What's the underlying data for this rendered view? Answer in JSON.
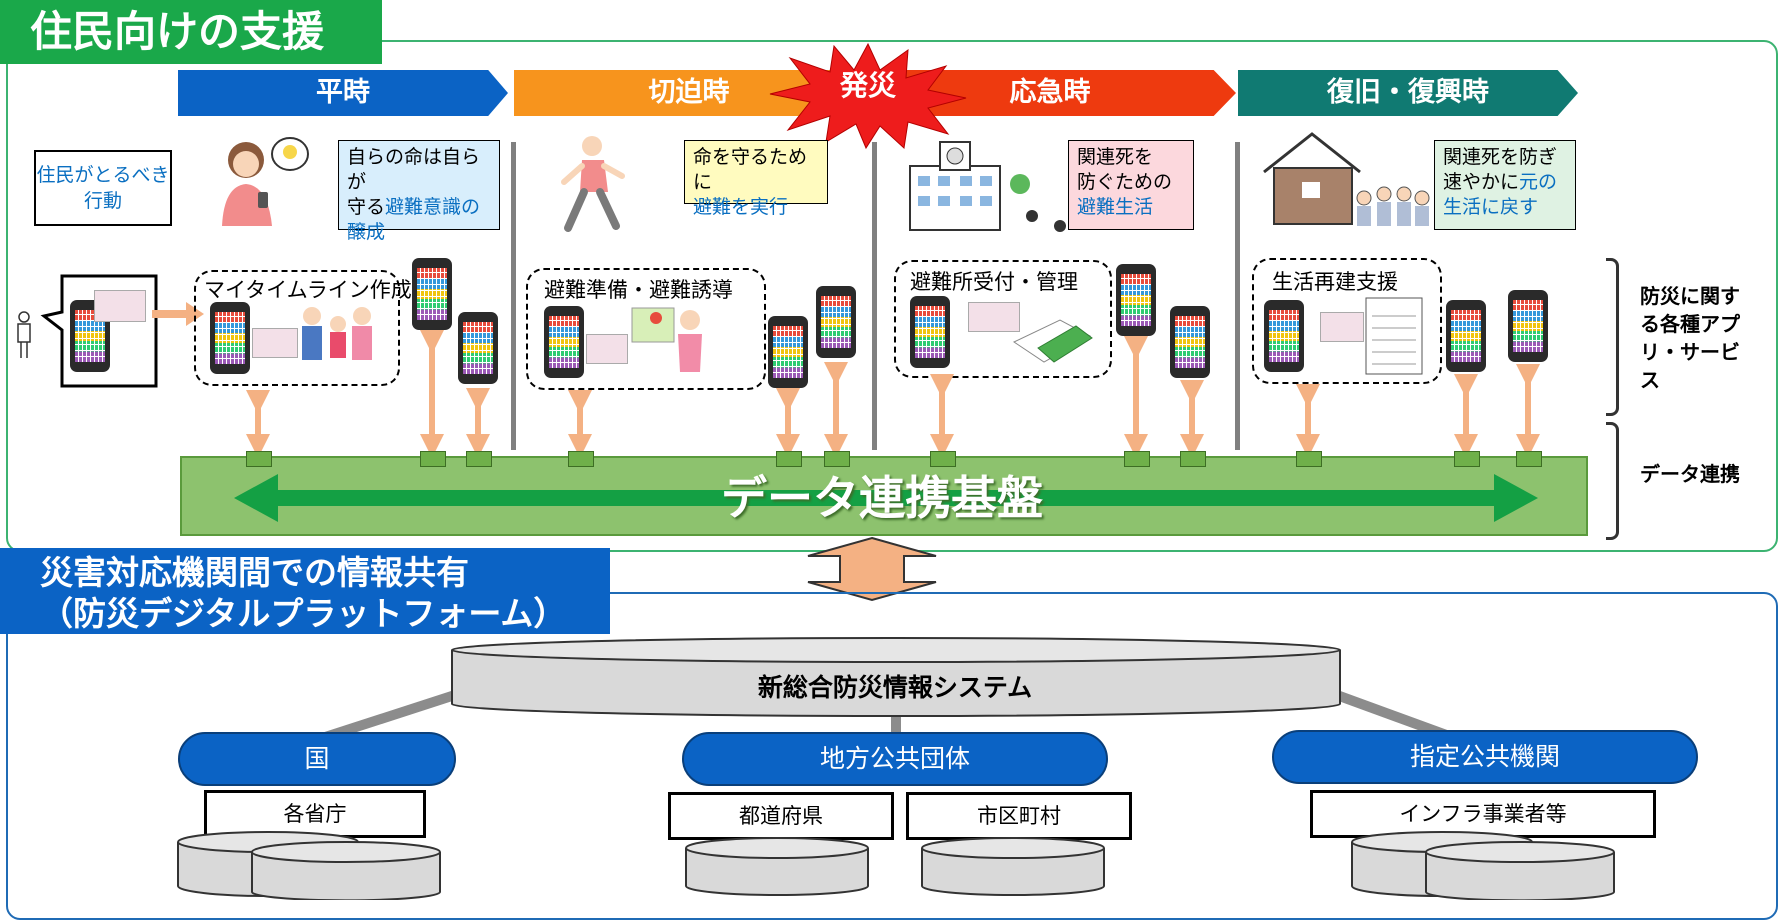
{
  "residents_section": {
    "title": "住民向けの支援",
    "phases": [
      "平時",
      "切迫時",
      "応急時",
      "復旧・復興時"
    ],
    "disaster_burst": "発災",
    "action_label": "住民がとるべき行動",
    "notes": [
      {
        "line1": "自らの命は自らが",
        "line2a": "守る",
        "line2b": "避難意識の",
        "line3": "醸成"
      },
      {
        "line1": "命を守るために",
        "line2": "避難を実行"
      },
      {
        "line1": "関連死を",
        "line2": "防ぐための",
        "line3": "避難生活"
      },
      {
        "line1": "関連死を防ぎ",
        "line2a": "速やかに",
        "line2b": "元の",
        "line3": "生活に戻す"
      }
    ],
    "services": [
      "マイタイムライン作成",
      "避難準備・避難誘導",
      "避難所受付・管理",
      "生活再建支援"
    ],
    "side_labels": {
      "apps": "防災に関する各種アプリ・サービス",
      "data": "データ連携"
    },
    "platform": "データ連携基盤"
  },
  "agencies_section": {
    "title_line1": "災害対応機関間での情報共有",
    "title_line2": "（防災デジタルプラットフォーム）",
    "system": "新総合防災情報システム",
    "orgs": [
      "国",
      "地方公共団体",
      "指定公共機関"
    ],
    "sub_boxes": [
      "各省庁",
      "都道府県",
      "市区町村",
      "インフラ事業者等"
    ]
  },
  "colors": {
    "green_title": "#1aa84a",
    "blue": "#0b63c5",
    "orange": "#f7941d",
    "red": "#ee3a0f",
    "teal": "#107a72",
    "platform_green": "#8dc26e",
    "link_salmon": "#f4b183"
  }
}
